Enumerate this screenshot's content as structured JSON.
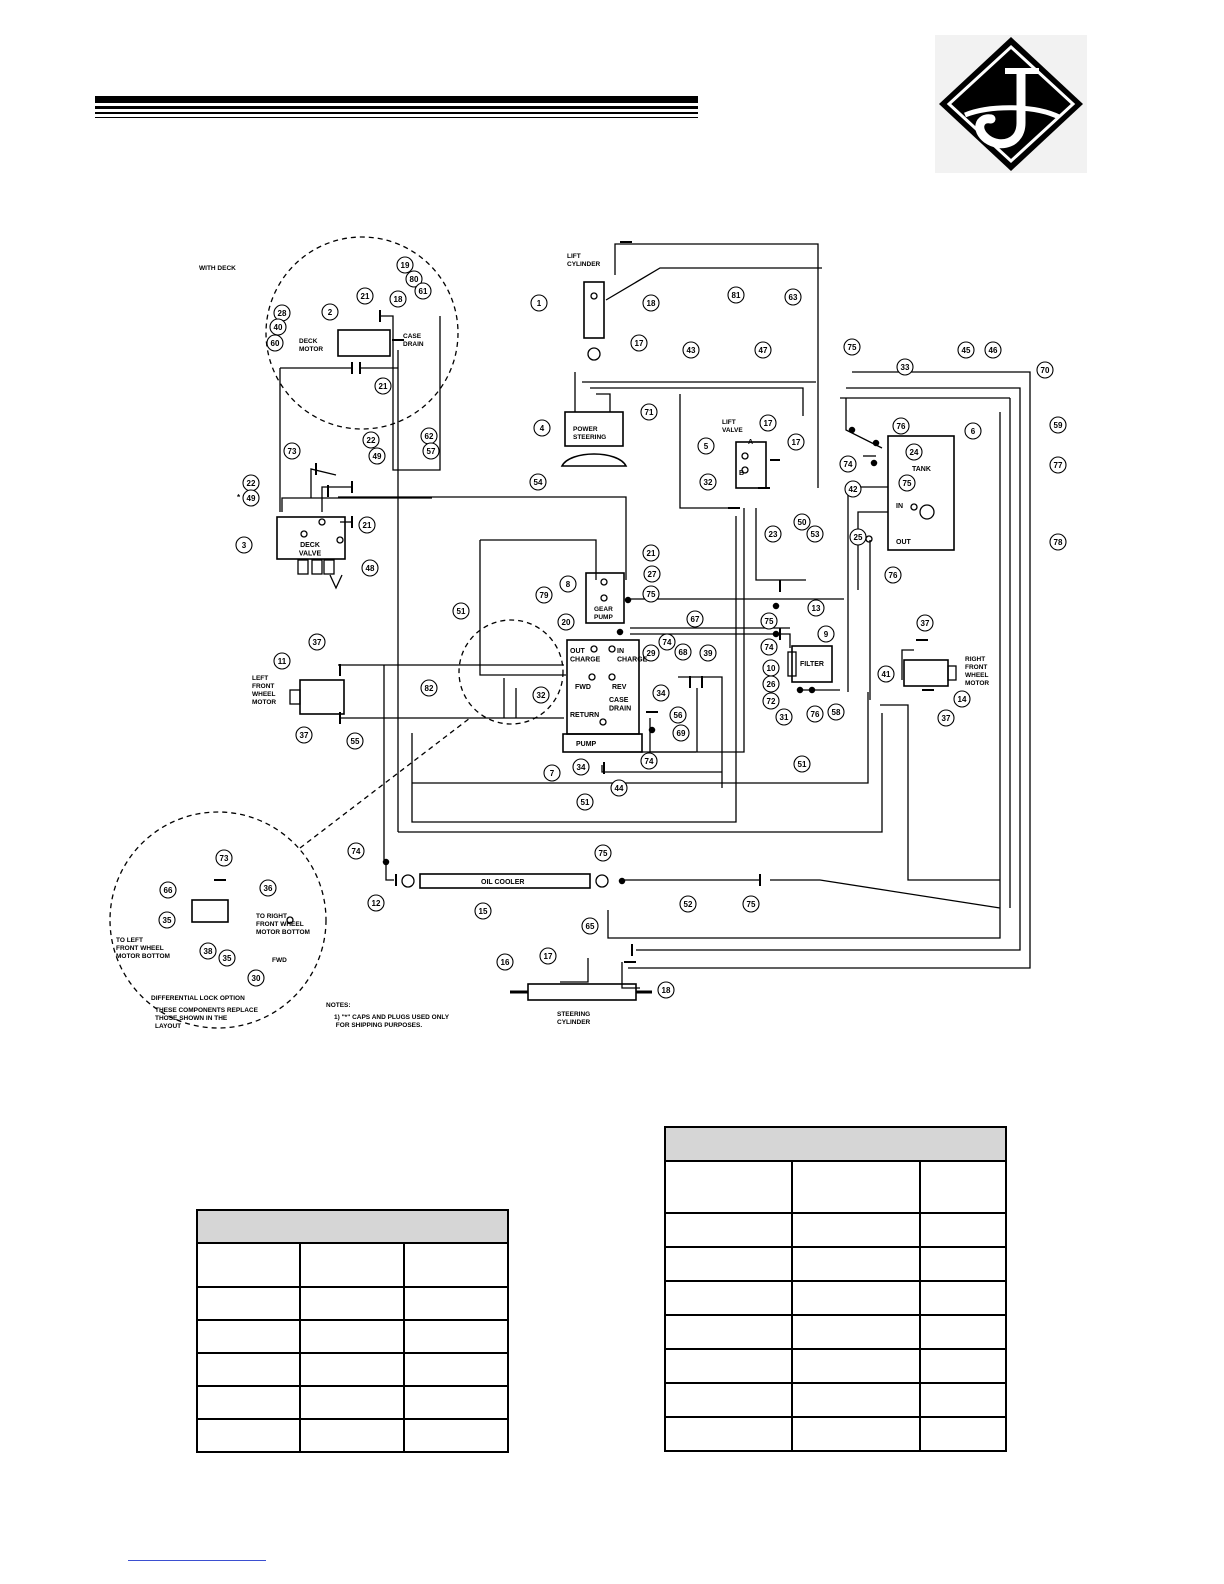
{
  "header": {
    "logo": "jacobsen-diamond-logo"
  },
  "diagram": {
    "labels": {
      "with_deck": "WITH DECK",
      "deck_motor": "DECK\nMOTOR",
      "case_drain_deck": "CASE\nDRAIN",
      "deck_valve": "DECK\nVALVE",
      "lift_cylinder": "LIFT\nCYLINDER",
      "power_steering": "POWER\nSTEERING",
      "lift_valve": "LIFT\nVALVE",
      "tank": "TANK",
      "tank_in": "IN",
      "tank_out": "OUT",
      "gear_pump": "GEAR\nPUMP",
      "out_charge": "OUT\nCHARGE",
      "in_charge": "IN\nCHARGE",
      "fwd": "FWD",
      "rev": "REV",
      "return": "RETURN",
      "case_drain_pump": "CASE\nDRAIN",
      "pump": "PUMP",
      "filter": "FILTER",
      "left_front_wheel_motor": "LEFT\nFRONT\nWHEEL\nMOTOR",
      "right_front_wheel_motor": "RIGHT\nFRONT\nWHEEL\nMOTOR",
      "oil_cooler": "OIL COOLER",
      "steering_cylinder": "STEERING\nCYLINDER",
      "to_left_front_wheel_motor_bottom": "TO LEFT\nFRONT   WHEEL\nMOTOR BOTTOM",
      "to_right_front_wheel_motor_bottom": "TO RIGHT\nFRONT WHEEL\nMOTOR BOTTOM",
      "fwd_inset": "FWD",
      "diff_lock_title": "DIFFERENTIAL LOCK OPTION",
      "diff_lock_note": "THESE COMPONENTS REPLACE\nTHOSE SHOWN IN THE\nLAYOUT",
      "notes_title": "NOTES:",
      "notes_body": "1)  \"*\" CAPS AND PLUGS USED ONLY\n      FOR SHIPPING PURPOSES.",
      "asterisk": "*",
      "valve_a": "A",
      "valve_b": "B"
    },
    "callouts": [
      "1",
      "2",
      "3",
      "4",
      "5",
      "6",
      "7",
      "8",
      "9",
      "10",
      "11",
      "12",
      "13",
      "14",
      "15",
      "16",
      "17",
      "18",
      "19",
      "20",
      "21",
      "22",
      "23",
      "24",
      "25",
      "26",
      "27",
      "28",
      "29",
      "30",
      "31",
      "32",
      "33",
      "34",
      "35",
      "36",
      "37",
      "38",
      "39",
      "40",
      "41",
      "42",
      "43",
      "44",
      "45",
      "46",
      "47",
      "48",
      "49",
      "50",
      "51",
      "52",
      "53",
      "54",
      "55",
      "56",
      "57",
      "58",
      "59",
      "60",
      "61",
      "62",
      "63",
      "65",
      "66",
      "67",
      "68",
      "69",
      "70",
      "71",
      "72",
      "73",
      "74",
      "75",
      "76",
      "77",
      "78",
      "79",
      "80",
      "81",
      "82"
    ]
  },
  "tables": {
    "left": {
      "rows": 6,
      "cols": 3
    },
    "right": {
      "rows": 8,
      "cols": 3
    }
  }
}
